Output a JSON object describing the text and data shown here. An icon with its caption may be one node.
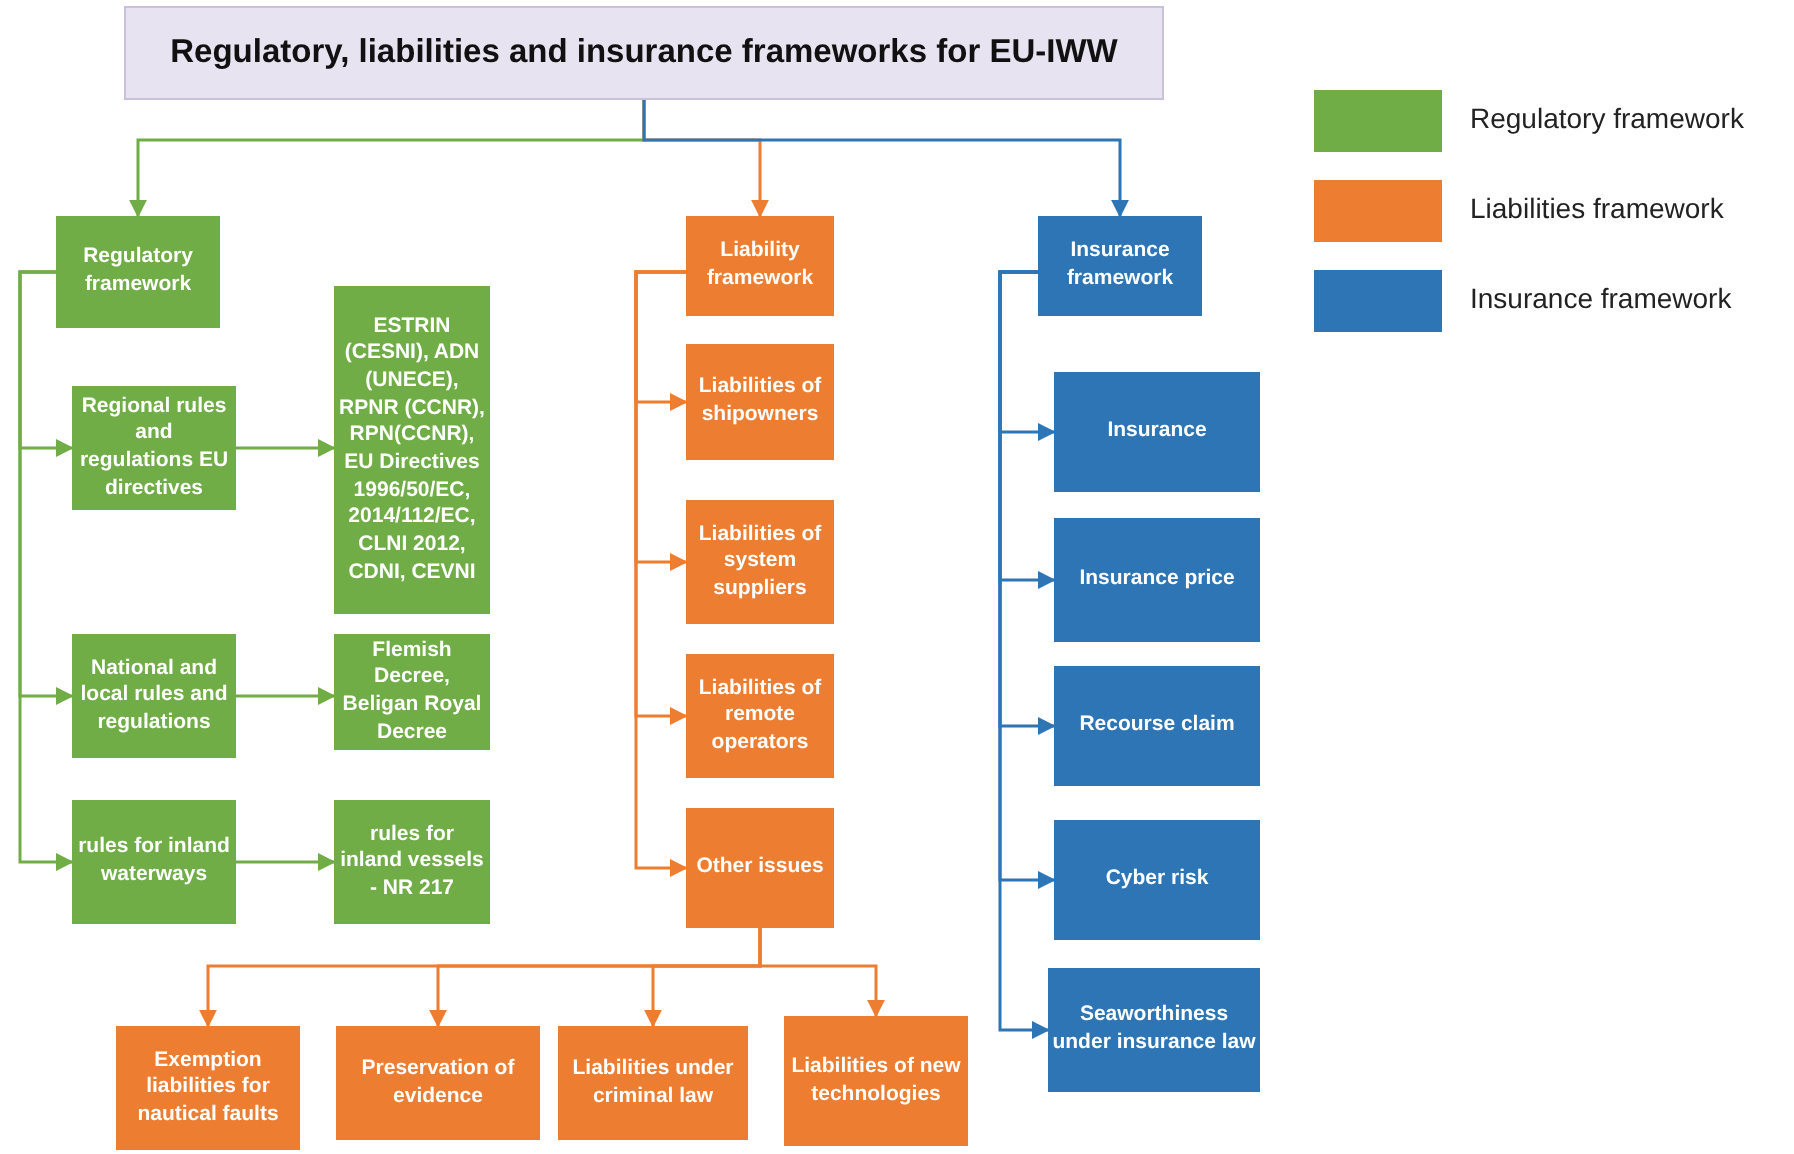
{
  "diagram": {
    "nodes": [
      {
        "text": [
          "Regulatory, liabilities and insurance frameworks for EU-IWW"
        ]
      },
      {
        "text": [
          "Regulatory framework"
        ]
      },
      {
        "text": [
          "Regional rules and regulations EU directives"
        ]
      },
      {
        "text": [
          "ESTRIN (CESNI), ADN (UNECE), RPNR (CCNR), RPN(CCNR), EU Directives 1996/50/EC, 2014/112/EC, CLNI 2012, CDNI, CEVNI"
        ]
      },
      {
        "text": [
          "National and local rules and regulations"
        ]
      },
      {
        "text": [
          "Flemish Decree, Beligan Royal Decree"
        ]
      },
      {
        "text": [
          "rules for inland waterways"
        ]
      },
      {
        "text": [
          "rules for inland vessels - NR 217"
        ]
      },
      {
        "text": [
          "Liability framework"
        ]
      },
      {
        "text": [
          "Liabilities of shipowners"
        ]
      },
      {
        "text": [
          "Liabilities of system suppliers"
        ]
      },
      {
        "text": [
          "Liabilities of remote operators"
        ]
      },
      {
        "text": [
          "Other issues"
        ]
      },
      {
        "text": [
          "Exemption liabilities for nautical faults"
        ]
      },
      {
        "text": [
          "Preservation of evidence"
        ]
      },
      {
        "text": [
          "Liabilities under criminal law"
        ]
      },
      {
        "text": [
          "Liabilities of new technologies"
        ]
      },
      {
        "text": [
          "Insurance framework"
        ]
      },
      {
        "text": [
          "Insurance"
        ]
      },
      {
        "text": [
          "Insurance price"
        ]
      },
      {
        "text": [
          "Recourse claim"
        ]
      },
      {
        "text": [
          "Cyber risk"
        ]
      },
      {
        "text": [
          "Seaworthiness under insurance law"
        ]
      }
    ],
    "edges": [
      {
        "from": 0,
        "to": 1,
        "arrow": "to",
        "color": "#70ad47"
      },
      {
        "from": 0,
        "to": 8,
        "arrow": "to"
      },
      {
        "from": 0,
        "to": 17,
        "arrow": "to",
        "color": "#2e75b6"
      },
      {
        "from": 1,
        "to": 2,
        "arrow": "to",
        "color": "#70ad47"
      },
      {
        "from": 1,
        "to": 4,
        "arrow": "to",
        "color": "#70ad47"
      },
      {
        "from": 1,
        "to": 6,
        "arrow": "to",
        "color": "#70ad47"
      },
      {
        "from": 2,
        "to": 3,
        "arrow": "to",
        "color": "#70ad47"
      },
      {
        "from": 4,
        "to": 5,
        "arrow": "to",
        "color": "#70ad47"
      },
      {
        "from": 6,
        "to": 7,
        "arrow": "to",
        "color": "#70ad47"
      },
      {
        "from": 8,
        "to": 9,
        "arrow": "to"
      },
      {
        "from": 8,
        "to": 10,
        "arrow": "to"
      },
      {
        "from": 8,
        "to": 11,
        "arrow": "to"
      },
      {
        "from": 8,
        "to": 12,
        "arrow": "to"
      },
      {
        "from": 12,
        "to": 13,
        "arrow": "to"
      },
      {
        "from": 12,
        "to": 14,
        "arrow": "to"
      },
      {
        "from": 12,
        "to": 15,
        "arrow": "to"
      },
      {
        "from": 12,
        "to": 16,
        "arrow": "to"
      },
      {
        "from": 17,
        "to": 18,
        "arrow": "to",
        "color": "#2e75b6"
      },
      {
        "from": 17,
        "to": 19,
        "arrow": "to",
        "color": "#2e75b6"
      },
      {
        "from": 17,
        "to": 20,
        "arrow": "to",
        "color": "#2e75b6"
      },
      {
        "from": 17,
        "to": 21,
        "arrow": "to",
        "color": "#2e75b6"
      },
      {
        "from": 17,
        "to": 22,
        "arrow": "to",
        "color": "#2e75b6"
      }
    ],
    "legend": [
      {
        "text": "Regulatory framework",
        "color": "#70ad47"
      },
      {
        "text": "Liabilities framework",
        "color": "#ed7d31"
      },
      {
        "text": "Insurance framework",
        "color": "#2e75b6"
      }
    ]
  }
}
